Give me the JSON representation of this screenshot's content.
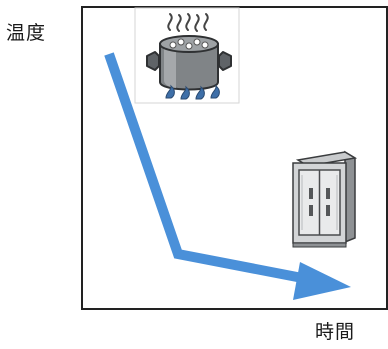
{
  "axes": {
    "y_label": "温度",
    "x_label": "時間"
  },
  "chart_data": {
    "type": "line",
    "title": "",
    "xlabel": "時間",
    "ylabel": "温度",
    "series": [
      {
        "points": [
          [
            0,
            0.9
          ],
          [
            0.3,
            0.2
          ],
          [
            1.0,
            0.1
          ]
        ]
      }
    ],
    "grid": false
  },
  "illustrations": [
    {
      "icon": "boiling-pot-icon"
    },
    {
      "icon": "refrigerator-icon"
    }
  ],
  "colors": {
    "arrow": "#4a90d9",
    "frame": "#222222",
    "background": "#ffffff"
  }
}
